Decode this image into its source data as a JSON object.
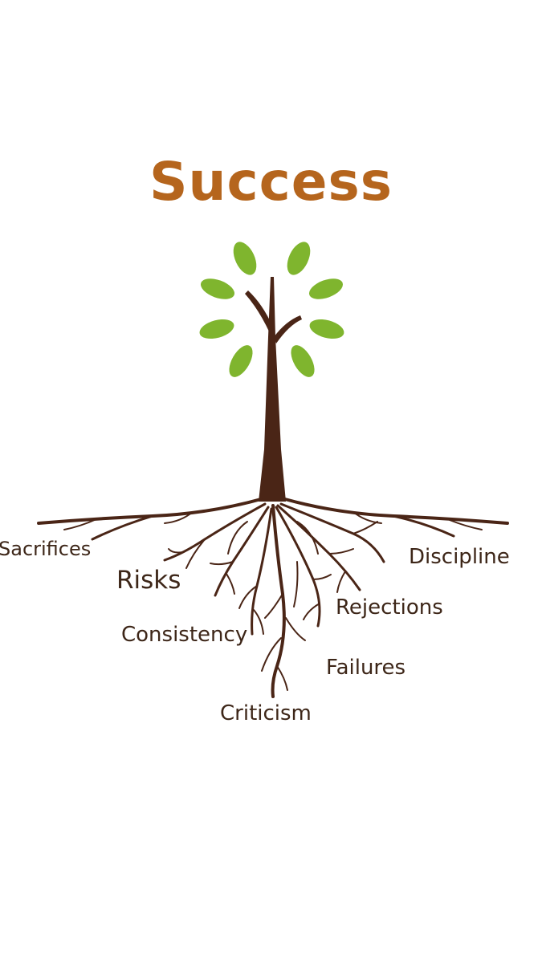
{
  "title": "Success",
  "colors": {
    "title": "#b5651d",
    "trunk": "#4a2516",
    "leaves": "#7fb52e",
    "labels": "#3d2618",
    "background": "#ffffff"
  },
  "roots": {
    "left": [
      "Sacrifices",
      "Risks",
      "Consistency",
      "Criticism"
    ],
    "right": [
      "Discipline",
      "Rejections",
      "Failures"
    ]
  }
}
